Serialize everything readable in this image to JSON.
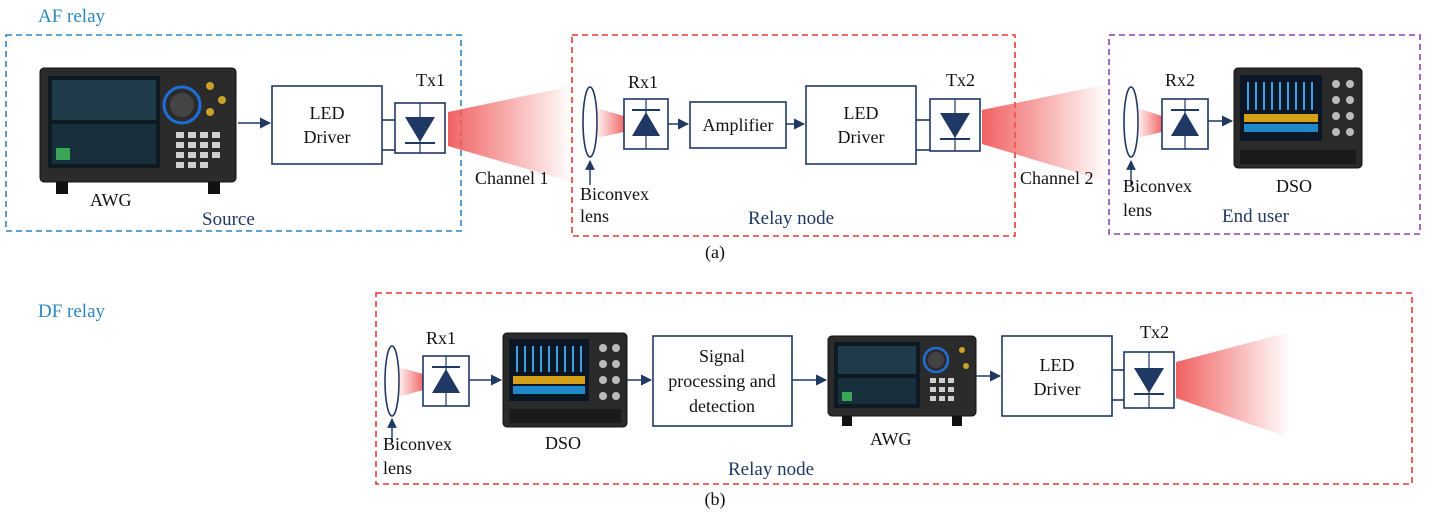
{
  "af": {
    "title": "AF relay",
    "source_label": "Source",
    "relay_label": "Relay node",
    "end_label": "End user",
    "awg": "AWG",
    "led_driver_1": [
      "LED",
      "Driver"
    ],
    "tx1": "Tx1",
    "channel1": "Channel 1",
    "lens1": [
      "Biconvex",
      "lens"
    ],
    "rx1": "Rx1",
    "amplifier": "Amplifier",
    "led_driver_2": [
      "LED",
      "Driver"
    ],
    "tx2": "Tx2",
    "channel2": "Channel 2",
    "lens2": [
      "Biconvex",
      "lens"
    ],
    "rx2": "Rx2",
    "dso": "DSO",
    "caption": "(a)"
  },
  "df": {
    "title": "DF relay",
    "relay_label": "Relay node",
    "lens": [
      "Biconvex",
      "lens"
    ],
    "rx1": "Rx1",
    "dso": "DSO",
    "processing": [
      "Signal",
      "processing and",
      "detection"
    ],
    "awg": "AWG",
    "led_driver": [
      "LED",
      "Driver"
    ],
    "tx2": "Tx2",
    "caption": "(b)"
  },
  "colors": {
    "line": "#1f3864",
    "source_box": "#2e86c1",
    "relay_box": "#e53935",
    "end_box": "#8e44ad",
    "title": "#2e86c1",
    "beam": "#f05a5a"
  }
}
